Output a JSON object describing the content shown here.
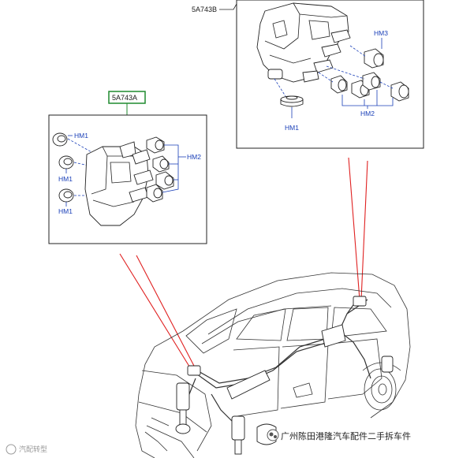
{
  "callouts": {
    "valve_block_a_ref": "5A743A",
    "valve_block_b_ref": "5A743B"
  },
  "labels": {
    "hm1": "HM1",
    "hm2": "HM2",
    "hm3": "HM3"
  },
  "watermark": {
    "left_logo_text": "汽配转型",
    "right_text": "广州陈田港隆汽车配件二手拆车件"
  },
  "colors": {
    "label_blue": "#1a3fb8",
    "callout_frame_green": "#1f8a2e",
    "pointer_red": "#e02020"
  }
}
